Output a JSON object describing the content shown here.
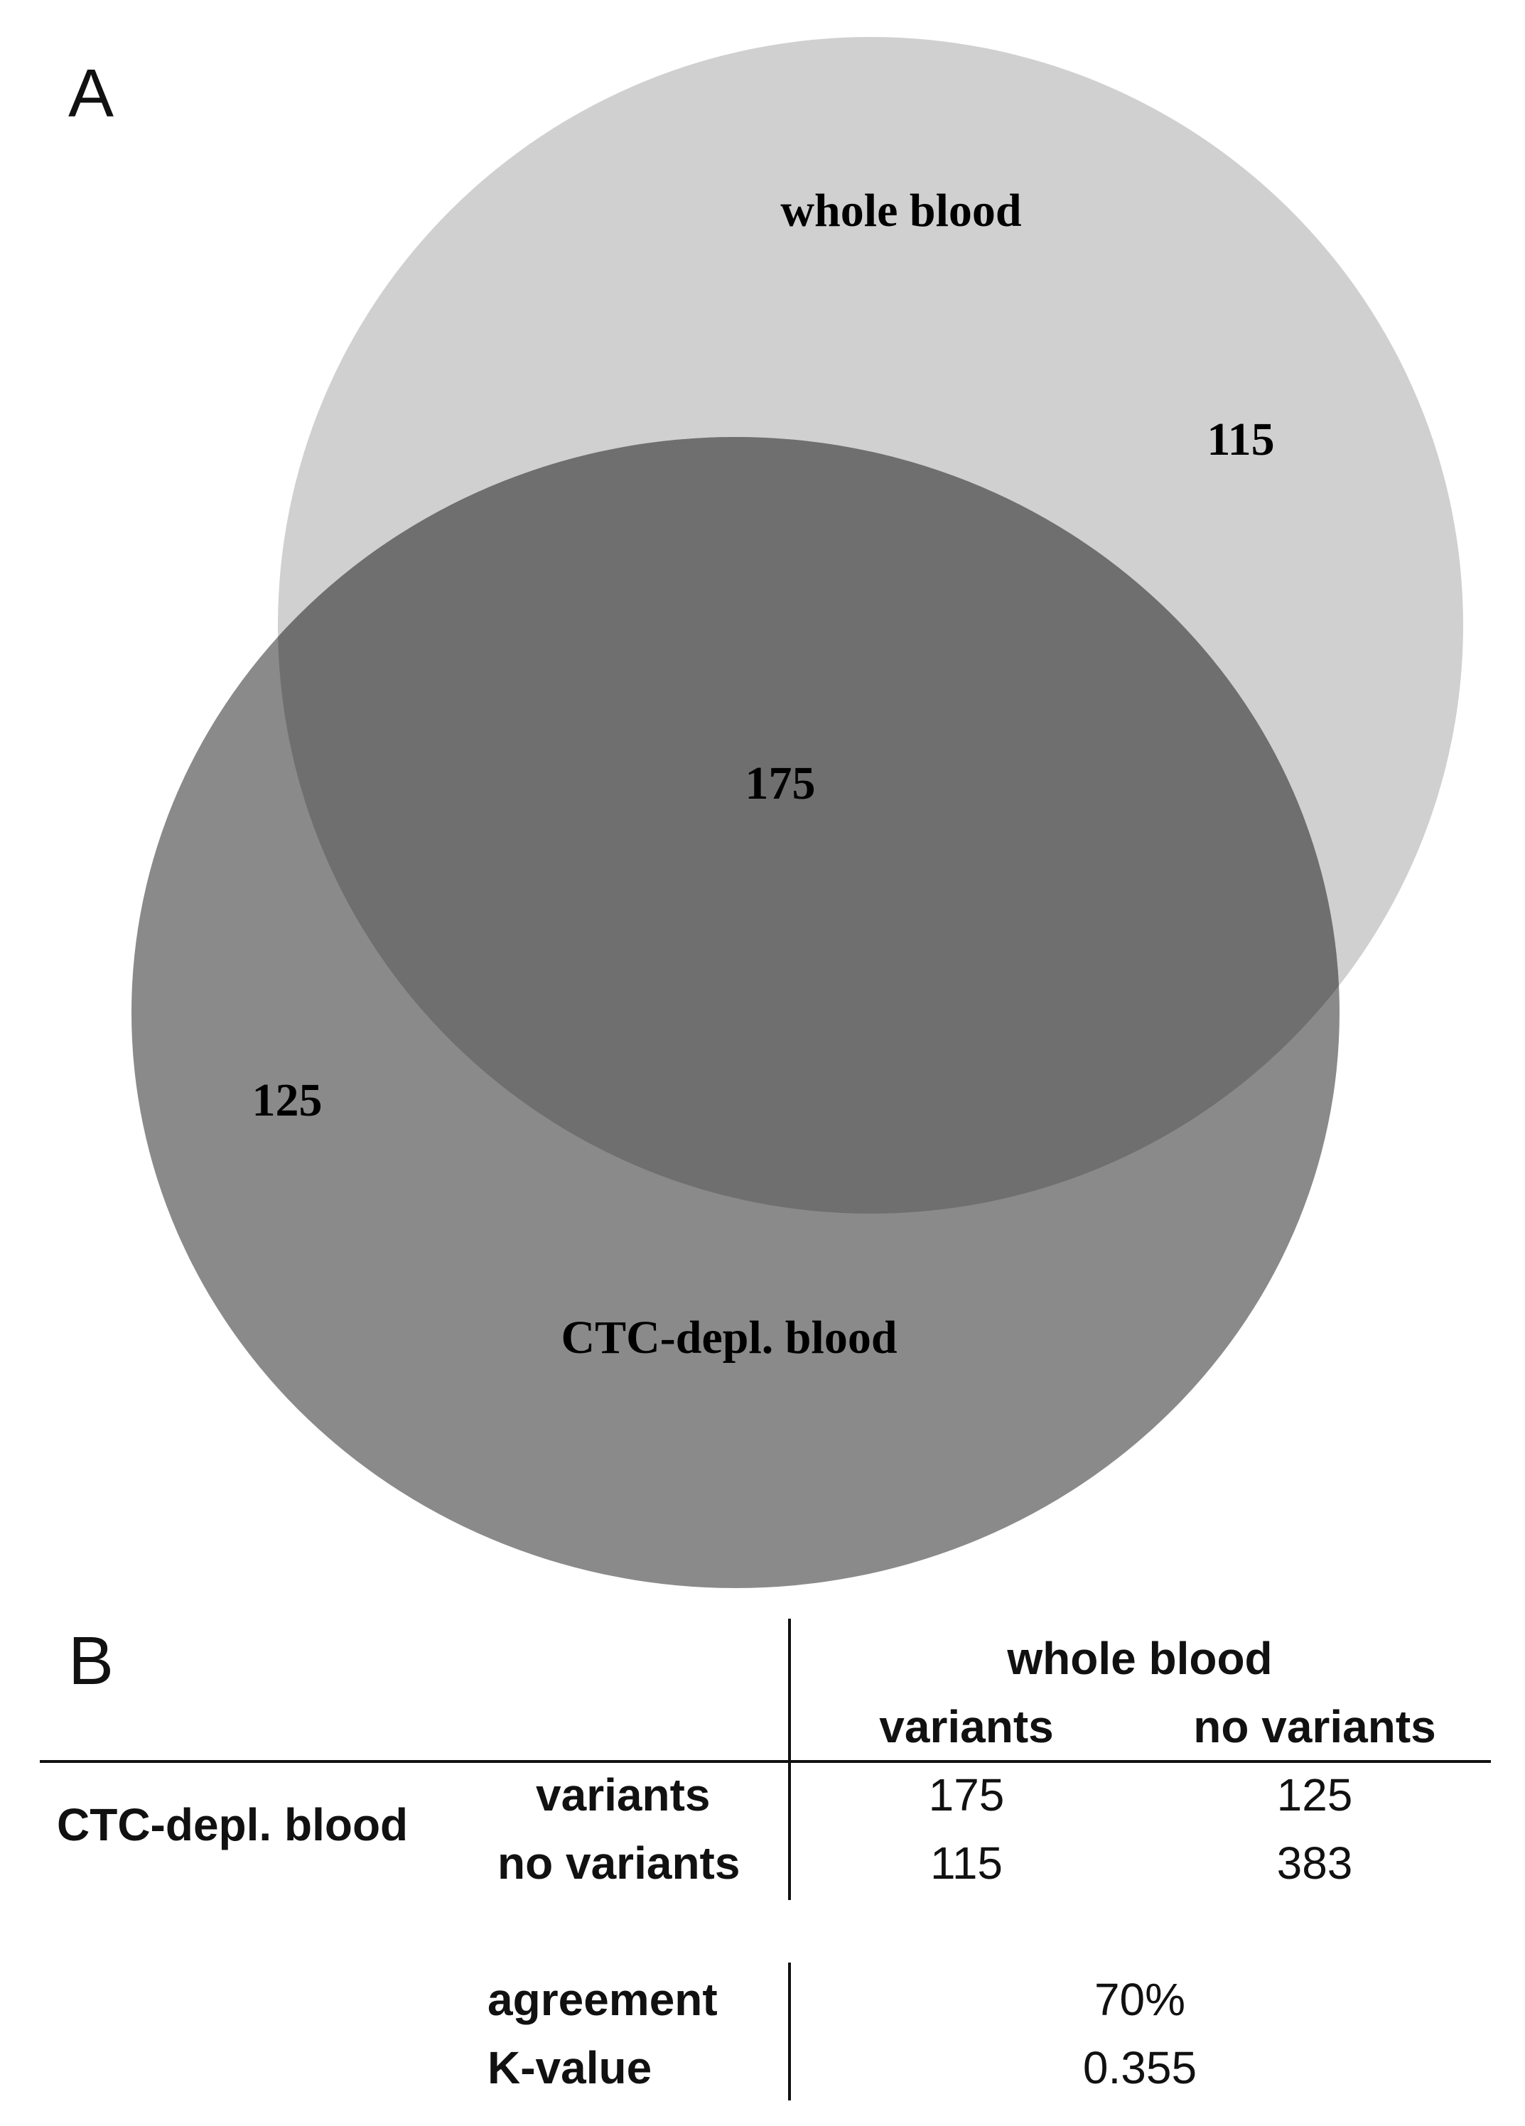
{
  "panel_a": {
    "letter": "A",
    "venn": {
      "set_top": {
        "label": "whole blood",
        "only_count": "115"
      },
      "set_bottom": {
        "label": "CTC-depl. blood",
        "only_count": "125"
      },
      "intersection_count": "175",
      "colors": {
        "top_fill": "#d0d0d0",
        "bottom_fill": "#8a8a8a",
        "overlap_fill": "#6f6f6f"
      }
    }
  },
  "panel_b": {
    "letter": "B",
    "column_group": "whole blood",
    "column_headers": [
      "variants",
      "no variants"
    ],
    "row_group": "CTC-depl. blood",
    "rows": [
      {
        "label": "variants",
        "values": [
          "175",
          "125"
        ]
      },
      {
        "label": "no variants",
        "values": [
          "115",
          "383"
        ]
      }
    ],
    "stats": [
      {
        "label": "agreement",
        "value": "70%"
      },
      {
        "label": "K-value",
        "value": "0.355"
      }
    ]
  }
}
